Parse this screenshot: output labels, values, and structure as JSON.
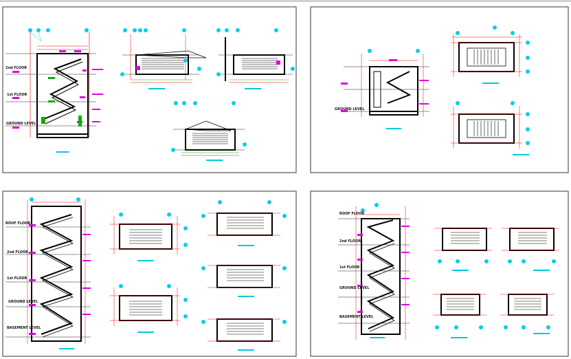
{
  "colors": {
    "background": "#ffffff",
    "frame": "#333333",
    "wall": "#000000",
    "dimension_red": "#e00000",
    "dimension_green": "#00b000",
    "grid_bubble": "#00cfe8",
    "tag_magenta": "#e000e0",
    "title_cyan": "#00c8e0"
  },
  "panels": {
    "panel1": {
      "levels": [
        "2nd FLOOR",
        "1st FLOOR",
        "GROUND LEVEL"
      ]
    },
    "panel2": {
      "levels": [
        "GROUND LEVEL"
      ]
    },
    "panel3": {
      "levels": [
        "ROOF FLOOR",
        "2nd FLOOR",
        "1st FLOOR",
        "GROUND LEVEL",
        "BASEMENT LEVEL"
      ]
    },
    "panel4": {
      "levels": [
        "ROOF FLOOR",
        "2nd FLOOR",
        "1st FLOOR",
        "GROUND LEVEL",
        "BASEMENT LEVEL"
      ]
    }
  }
}
